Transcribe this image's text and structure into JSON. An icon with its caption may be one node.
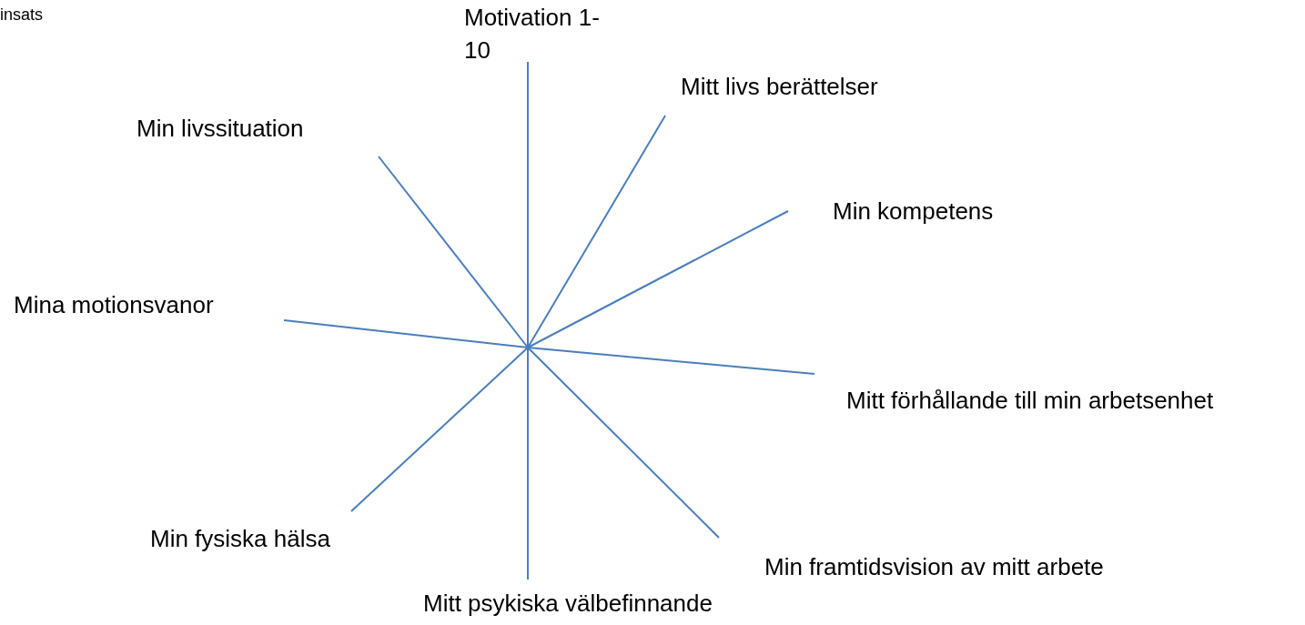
{
  "diagram": {
    "labels": [
      "insats",
      "Motivation 1-10",
      "Mitt livs berättelser",
      "Min livssituation",
      "Min kompetens",
      "Mina motionsvanor",
      "Mitt förhållande till min arbetsenhet",
      "Min fysiska hälsa",
      "Min framtidsvision av mitt arbete",
      "Mitt psykiska välbefinnande"
    ]
  }
}
